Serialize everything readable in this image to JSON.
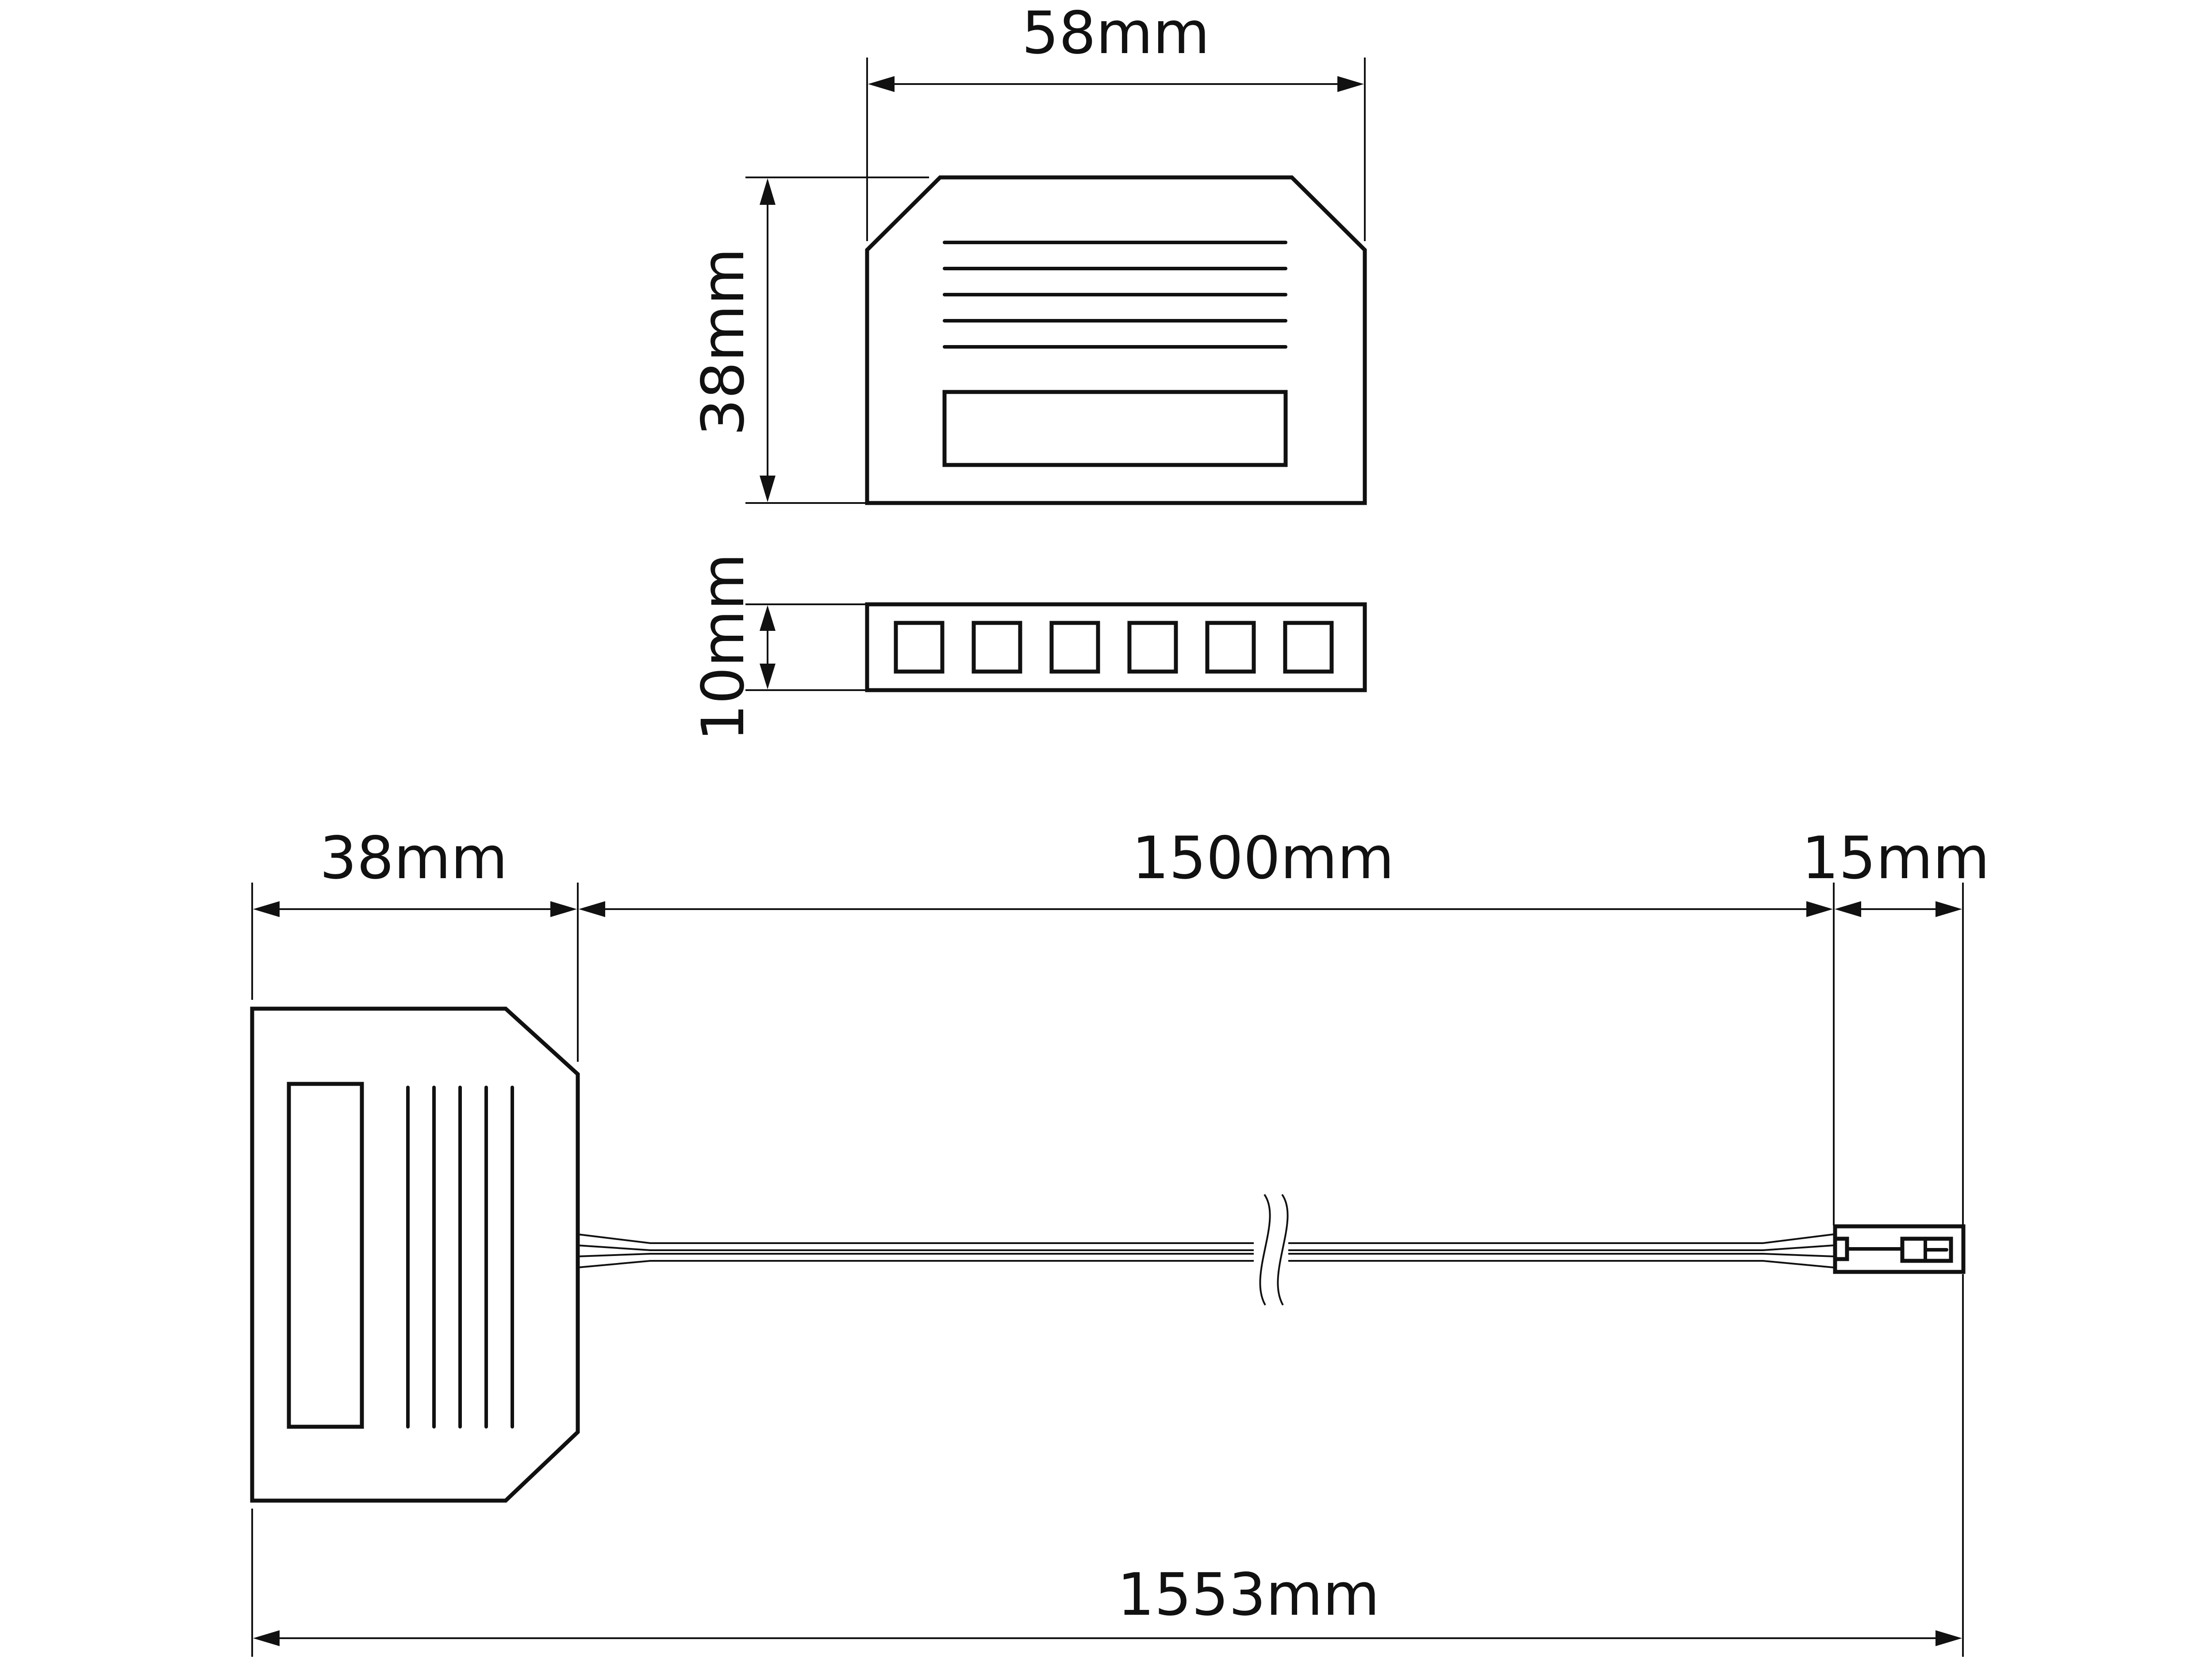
{
  "dimensions": {
    "top_width": "58mm",
    "top_height": "38mm",
    "side_height": "10mm",
    "bottom_hub_length": "38mm",
    "bottom_cable_length": "1500mm",
    "bottom_plug_length": "15mm",
    "bottom_total_length": "1553mm"
  },
  "colors": {
    "line": "#111111",
    "background": "#ffffff"
  }
}
